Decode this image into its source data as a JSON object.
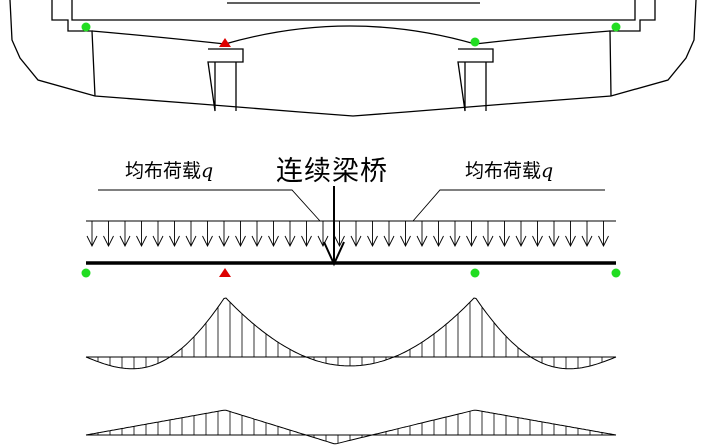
{
  "labels": {
    "load_left": "均布荷载",
    "load_right": "均布荷载",
    "load_symbol": "q",
    "title": "连续梁桥"
  },
  "colors": {
    "line": "#000000",
    "support_roller": "#22dd22",
    "support_pin": "#dd0000",
    "background": "#ffffff"
  },
  "supports": [
    {
      "type": "roller",
      "color_key": "support_roller"
    },
    {
      "type": "pin",
      "color_key": "support_pin"
    },
    {
      "type": "roller",
      "color_key": "support_roller"
    },
    {
      "type": "roller",
      "color_key": "support_roller"
    }
  ],
  "panels": [
    "bridge-elevation",
    "loaded-beam",
    "moment-diagram",
    "shear-diagram"
  ]
}
